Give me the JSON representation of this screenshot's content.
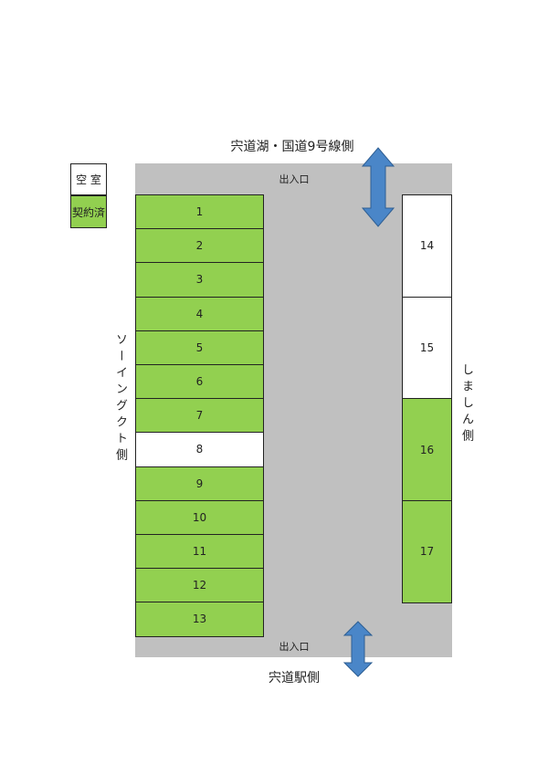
{
  "legend": {
    "vacant_label": "空 室",
    "occupied_label": "契約済"
  },
  "directions": {
    "top_label": "宍道湖・国道9号線側",
    "bottom_label": "宍道駅側",
    "left_label": "ソーイングクト側",
    "right_label": "しましん側"
  },
  "entrances": {
    "top_label": "出入口",
    "bottom_label": "出入口"
  },
  "colors": {
    "occupied": "#92d050",
    "vacant": "#ffffff",
    "lot": "#c0c0c0",
    "arrow": "#4a86c8"
  },
  "slots_left": [
    {
      "number": "1",
      "status": "契約済"
    },
    {
      "number": "2",
      "status": "契約済"
    },
    {
      "number": "3",
      "status": "契約済"
    },
    {
      "number": "4",
      "status": "契約済"
    },
    {
      "number": "5",
      "status": "契約済"
    },
    {
      "number": "6",
      "status": "契約済"
    },
    {
      "number": "7",
      "status": "契約済"
    },
    {
      "number": "8",
      "status": "空室"
    },
    {
      "number": "9",
      "status": "契約済"
    },
    {
      "number": "10",
      "status": "契約済"
    },
    {
      "number": "11",
      "status": "契約済"
    },
    {
      "number": "12",
      "status": "契約済"
    },
    {
      "number": "13",
      "status": "契約済"
    }
  ],
  "slots_right": [
    {
      "number": "14",
      "status": "空室"
    },
    {
      "number": "15",
      "status": "空室"
    },
    {
      "number": "16",
      "status": "契約済"
    },
    {
      "number": "17",
      "status": "契約済"
    }
  ]
}
